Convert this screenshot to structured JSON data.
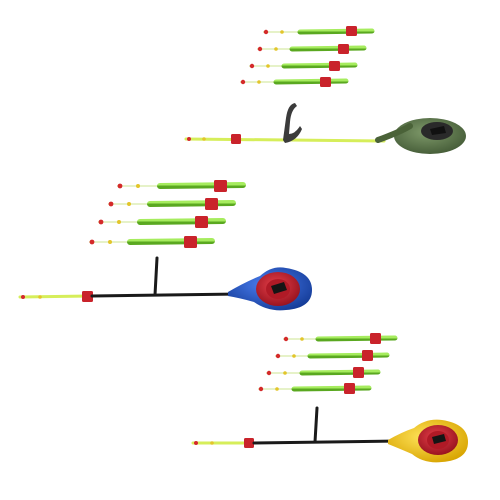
{
  "colors": {
    "background": "#ffffff",
    "tip_green": "#7dd13a",
    "tip_yellow": "#d8f060",
    "marker_red": "#d42a2a",
    "shaft_black": "#1a1a1a",
    "reel_olive": "#5f7a4c",
    "reel_blue": "#1f55c9",
    "reel_yellow": "#f2c40c",
    "spool_red": "#c91f2a"
  },
  "rod_sets": [
    {
      "reel_color": "olive",
      "spare_tip_count": 4
    },
    {
      "reel_color": "blue",
      "spare_tip_count": 4
    },
    {
      "reel_color": "yellow",
      "spare_tip_count": 4
    }
  ]
}
